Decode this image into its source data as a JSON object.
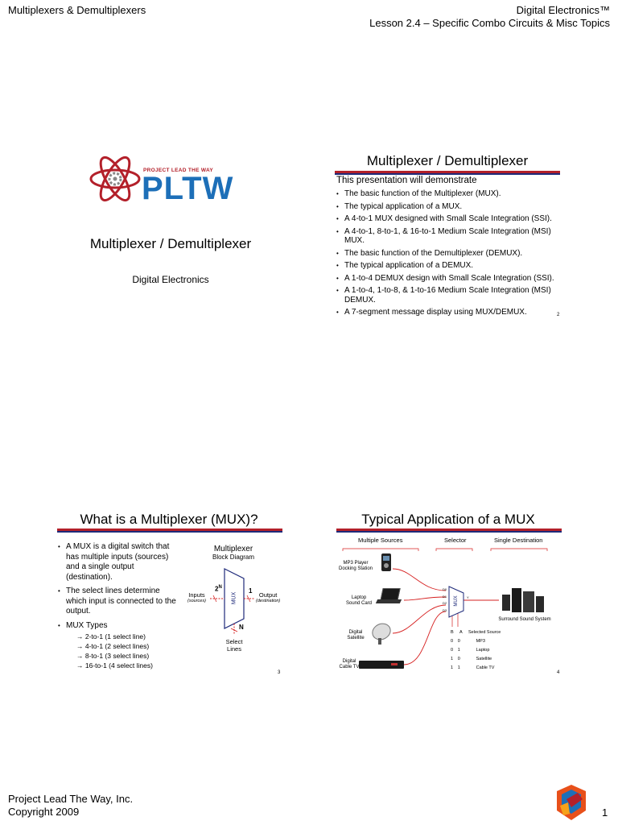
{
  "header": {
    "left": "Multiplexers & Demultiplexers",
    "right_line1": "Digital Electronics™",
    "right_line2": "Lesson 2.4 – Specific Combo Circuits & Misc Topics"
  },
  "slide1": {
    "logo_tagline": "PROJECT LEAD THE WAY",
    "logo_wordmark": "PLTW",
    "title": "Multiplexer / Demultiplexer",
    "subtitle": "Digital Electronics"
  },
  "slide2": {
    "title": "Multiplexer / Demultiplexer",
    "intro": "This presentation will demonstrate",
    "bullets": [
      "The basic function of the Multiplexer (MUX).",
      "The typical application of a MUX.",
      "A 4-to-1 MUX designed with Small Scale Integration (SSI).",
      "A 4-to-1, 8-to-1, & 16-to-1 Medium Scale Integration (MSI) MUX.",
      "The basic function of the Demultiplexer (DEMUX).",
      "The typical application of a DEMUX.",
      "A 1-to-4 DEMUX design with Small Scale Integration (SSI).",
      "A 1-to-4, 1-to-8, & 1-to-16 Medium Scale Integration (MSI) DEMUX.",
      "A 7-segment message display using MUX/DEMUX."
    ],
    "page_number": "2"
  },
  "slide3": {
    "title": "What is a Multiplexer (MUX)?",
    "bullets": [
      "A MUX is a digital switch that has multiple inputs (sources) and a single output (destination).",
      "The select lines determine which input is connected to the output.",
      "MUX Types"
    ],
    "types": [
      "→ 2-to-1 (1 select line)",
      "→ 4-to-1 (2 select lines)",
      "→ 8-to-1 (3 select lines)",
      "→ 16-to-1 (4 select lines)"
    ],
    "diagram": {
      "title_line1": "Multiplexer",
      "title_line2": "Block Diagram",
      "inputs_label": "Inputs",
      "inputs_sub": "(sources)",
      "output_label": "Output",
      "output_sub": "(destination)",
      "inputs_count_base": "2",
      "inputs_count_exp": "N",
      "output_count": "1",
      "mux_label": "MUX",
      "select_count": "N",
      "select_line1": "Select",
      "select_line2": "Lines"
    },
    "page_number": "3"
  },
  "slide4": {
    "title": "Typical Application of a MUX",
    "col_headers": [
      "Multiple Sources",
      "Selector",
      "Single Destination"
    ],
    "sources": [
      {
        "line1": "MP3 Player",
        "line2": "Docking Station"
      },
      {
        "line1": "Laptop",
        "line2": "Sound Card"
      },
      {
        "line1": "Digital",
        "line2": "Satellite"
      },
      {
        "line1": "Digital",
        "line2": "Cable TV"
      }
    ],
    "mux_label": "MUX",
    "pin_labels": [
      "D0",
      "D1",
      "D2",
      "D3"
    ],
    "output_pin": "Y",
    "destination": "Surround Sound System",
    "table": {
      "headers": [
        "B",
        "A",
        "Selected Source"
      ],
      "rows": [
        [
          "0",
          "0",
          "MP3"
        ],
        [
          "0",
          "1",
          "Laptop"
        ],
        [
          "1",
          "0",
          "Satellite"
        ],
        [
          "1",
          "1",
          "Cable TV"
        ]
      ]
    },
    "page_number": "4"
  },
  "footer": {
    "line1": "Project Lead The Way, Inc.",
    "line2": "Copyright 2009",
    "page_number": "1"
  },
  "colors": {
    "accent_red": "#b3202a",
    "accent_blue": "#1e2a7a",
    "pltw_blue": "#1d6fb8",
    "orange": "#e8501a",
    "wire_red": "#d62020"
  }
}
